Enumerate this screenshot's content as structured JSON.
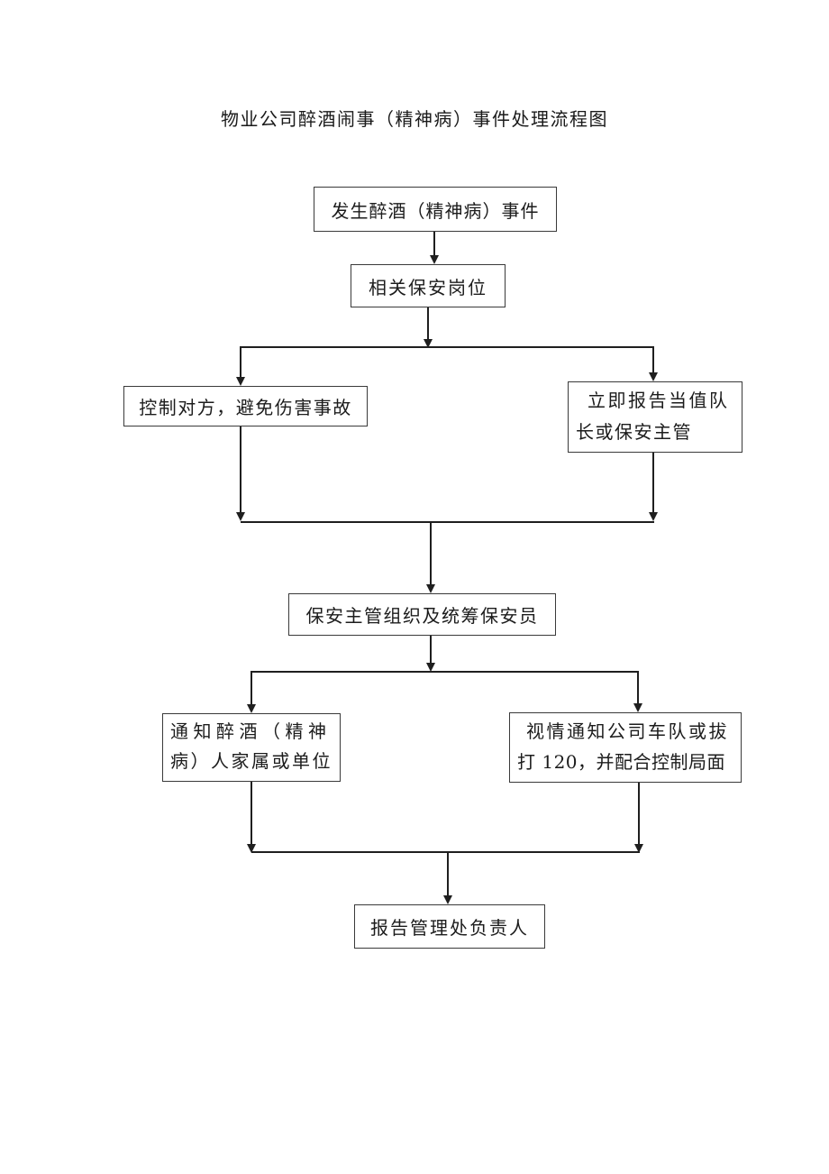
{
  "document": {
    "title": "物业公司醉酒闹事（精神病）事件处理流程图",
    "background_color": "#ffffff",
    "line_color": "#1f1f1f",
    "box_border_color": "#3a3a3a",
    "text_color": "#1c1c1c"
  },
  "flowchart": {
    "type": "flowchart",
    "nodes": [
      {
        "id": "incident",
        "lines": [
          "发生醉酒（精神病）事件"
        ]
      },
      {
        "id": "security-post",
        "lines": [
          "相关保安岗位"
        ]
      },
      {
        "id": "control-party",
        "lines": [
          "控制对方，避免伤害事故"
        ]
      },
      {
        "id": "report-duty",
        "lines": [
          "立即报告当值队",
          "长或保安主管"
        ]
      },
      {
        "id": "organize-guards",
        "lines": [
          "保安主管组织及统筹保安员"
        ]
      },
      {
        "id": "notify-family",
        "lines": [
          "通知醉酒（精神",
          "病）人家属或单位"
        ]
      },
      {
        "id": "notify-fleet",
        "lines": [
          "视情通知公司车队或拔",
          "打 120，并配合控制局面"
        ]
      },
      {
        "id": "report-manager",
        "lines": [
          "报告管理处负责人"
        ]
      }
    ],
    "edges": [
      {
        "from": "incident",
        "to": "security-post"
      },
      {
        "from": "security-post",
        "to": "control-party"
      },
      {
        "from": "security-post",
        "to": "report-duty"
      },
      {
        "from": "control-party",
        "to": "organize-guards"
      },
      {
        "from": "report-duty",
        "to": "organize-guards"
      },
      {
        "from": "organize-guards",
        "to": "notify-family"
      },
      {
        "from": "organize-guards",
        "to": "notify-fleet"
      },
      {
        "from": "notify-family",
        "to": "report-manager"
      },
      {
        "from": "notify-fleet",
        "to": "report-manager"
      }
    ]
  }
}
